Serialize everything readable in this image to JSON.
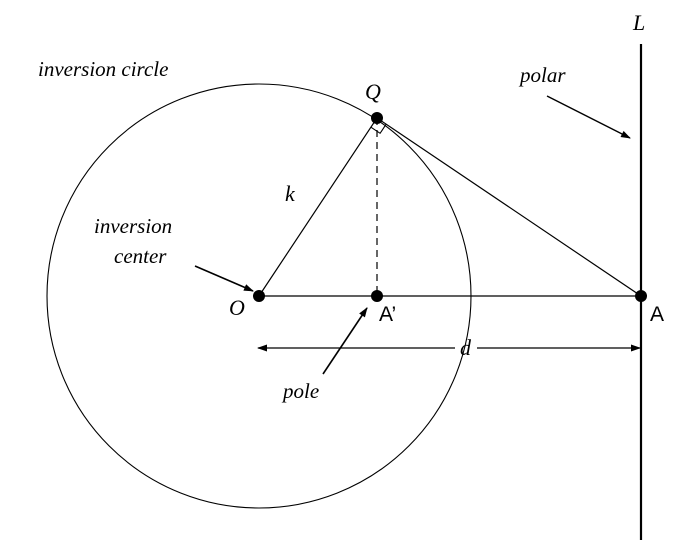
{
  "labels": {
    "inversion_circle": "inversion circle",
    "polar": "polar",
    "line_L": "L",
    "point_Q": "Q",
    "radius_k": "k",
    "inversion_center_line1": "inversion",
    "inversion_center_line2": "center",
    "point_O": "O",
    "point_A_prime": "A’",
    "point_A": "A",
    "distance_d": "d",
    "pole": "pole"
  },
  "colors": {
    "stroke": "#000000",
    "background": "#ffffff"
  }
}
